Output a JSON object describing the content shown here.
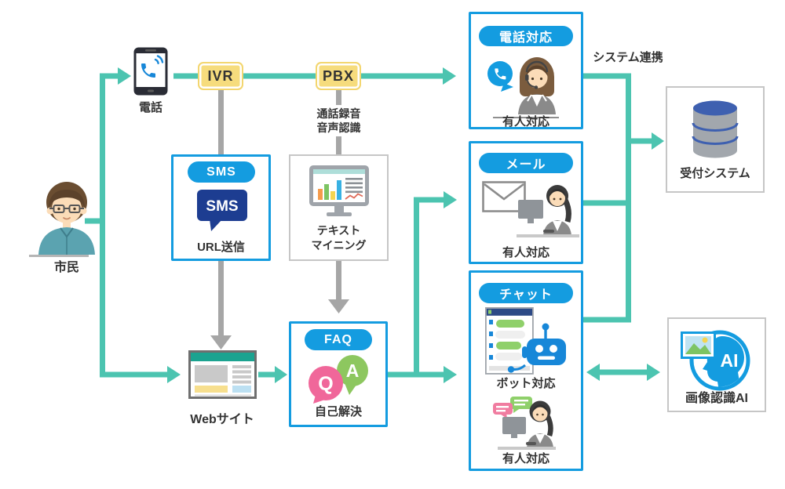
{
  "colors": {
    "arrow_teal": "#4CC4B0",
    "connector_gray": "#A6A6A6",
    "accent_blue": "#149CE0",
    "navy": "#1D3D91",
    "chip_yellow": "#F6DC7D",
    "panel_gray_border": "#C6C6C6",
    "pink": "#F0679A",
    "green": "#8DC75F",
    "db_blue": "#3E60B0",
    "text_dark": "#333333"
  },
  "citizen": {
    "label": "市民"
  },
  "phone": {
    "label": "電話"
  },
  "ivr": {
    "label": "IVR"
  },
  "pbx": {
    "label": "PBX"
  },
  "recording_note": {
    "line1": "通話録音",
    "line2": "音声認識"
  },
  "sms": {
    "pill": "SMS",
    "bubble": "SMS",
    "label": "URL送信"
  },
  "mining": {
    "line1": "テキスト",
    "line2": "マイニング"
  },
  "website": {
    "label": "Webサイト"
  },
  "faq": {
    "pill": "FAQ",
    "q": "Q",
    "a": "A",
    "label": "自己解決"
  },
  "phone_support": {
    "pill": "電話対応",
    "label": "有人対応"
  },
  "mail": {
    "pill": "メール",
    "label": "有人対応"
  },
  "chat": {
    "pill": "チャット",
    "bot_label": "ボット対応",
    "human_label": "有人対応"
  },
  "system_link": {
    "label": "システム連携"
  },
  "reception": {
    "label": "受付システム"
  },
  "image_ai": {
    "badge": "AI",
    "label": "画像認識AI"
  }
}
